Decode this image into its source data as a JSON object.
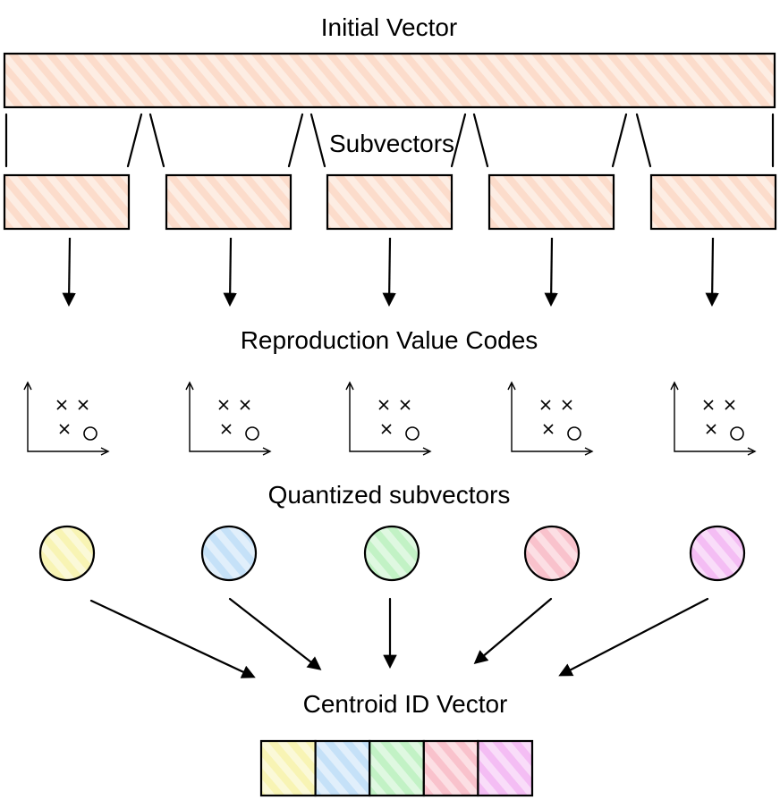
{
  "labels": {
    "initial_vector": "Initial Vector",
    "subvectors": "Subvectors",
    "reproduction_value_codes": "Reproduction Value Codes",
    "quantized_subvectors": "Quantized subvectors",
    "centroid_id_vector": "Centroid ID Vector"
  },
  "vector_fill_color": "#fcd7c2",
  "subvector_count": 5,
  "centroid_colors": [
    "#f7f2a8",
    "#bcdcf7",
    "#b8f0bc",
    "#f8b8c4",
    "#f3b3f3"
  ]
}
